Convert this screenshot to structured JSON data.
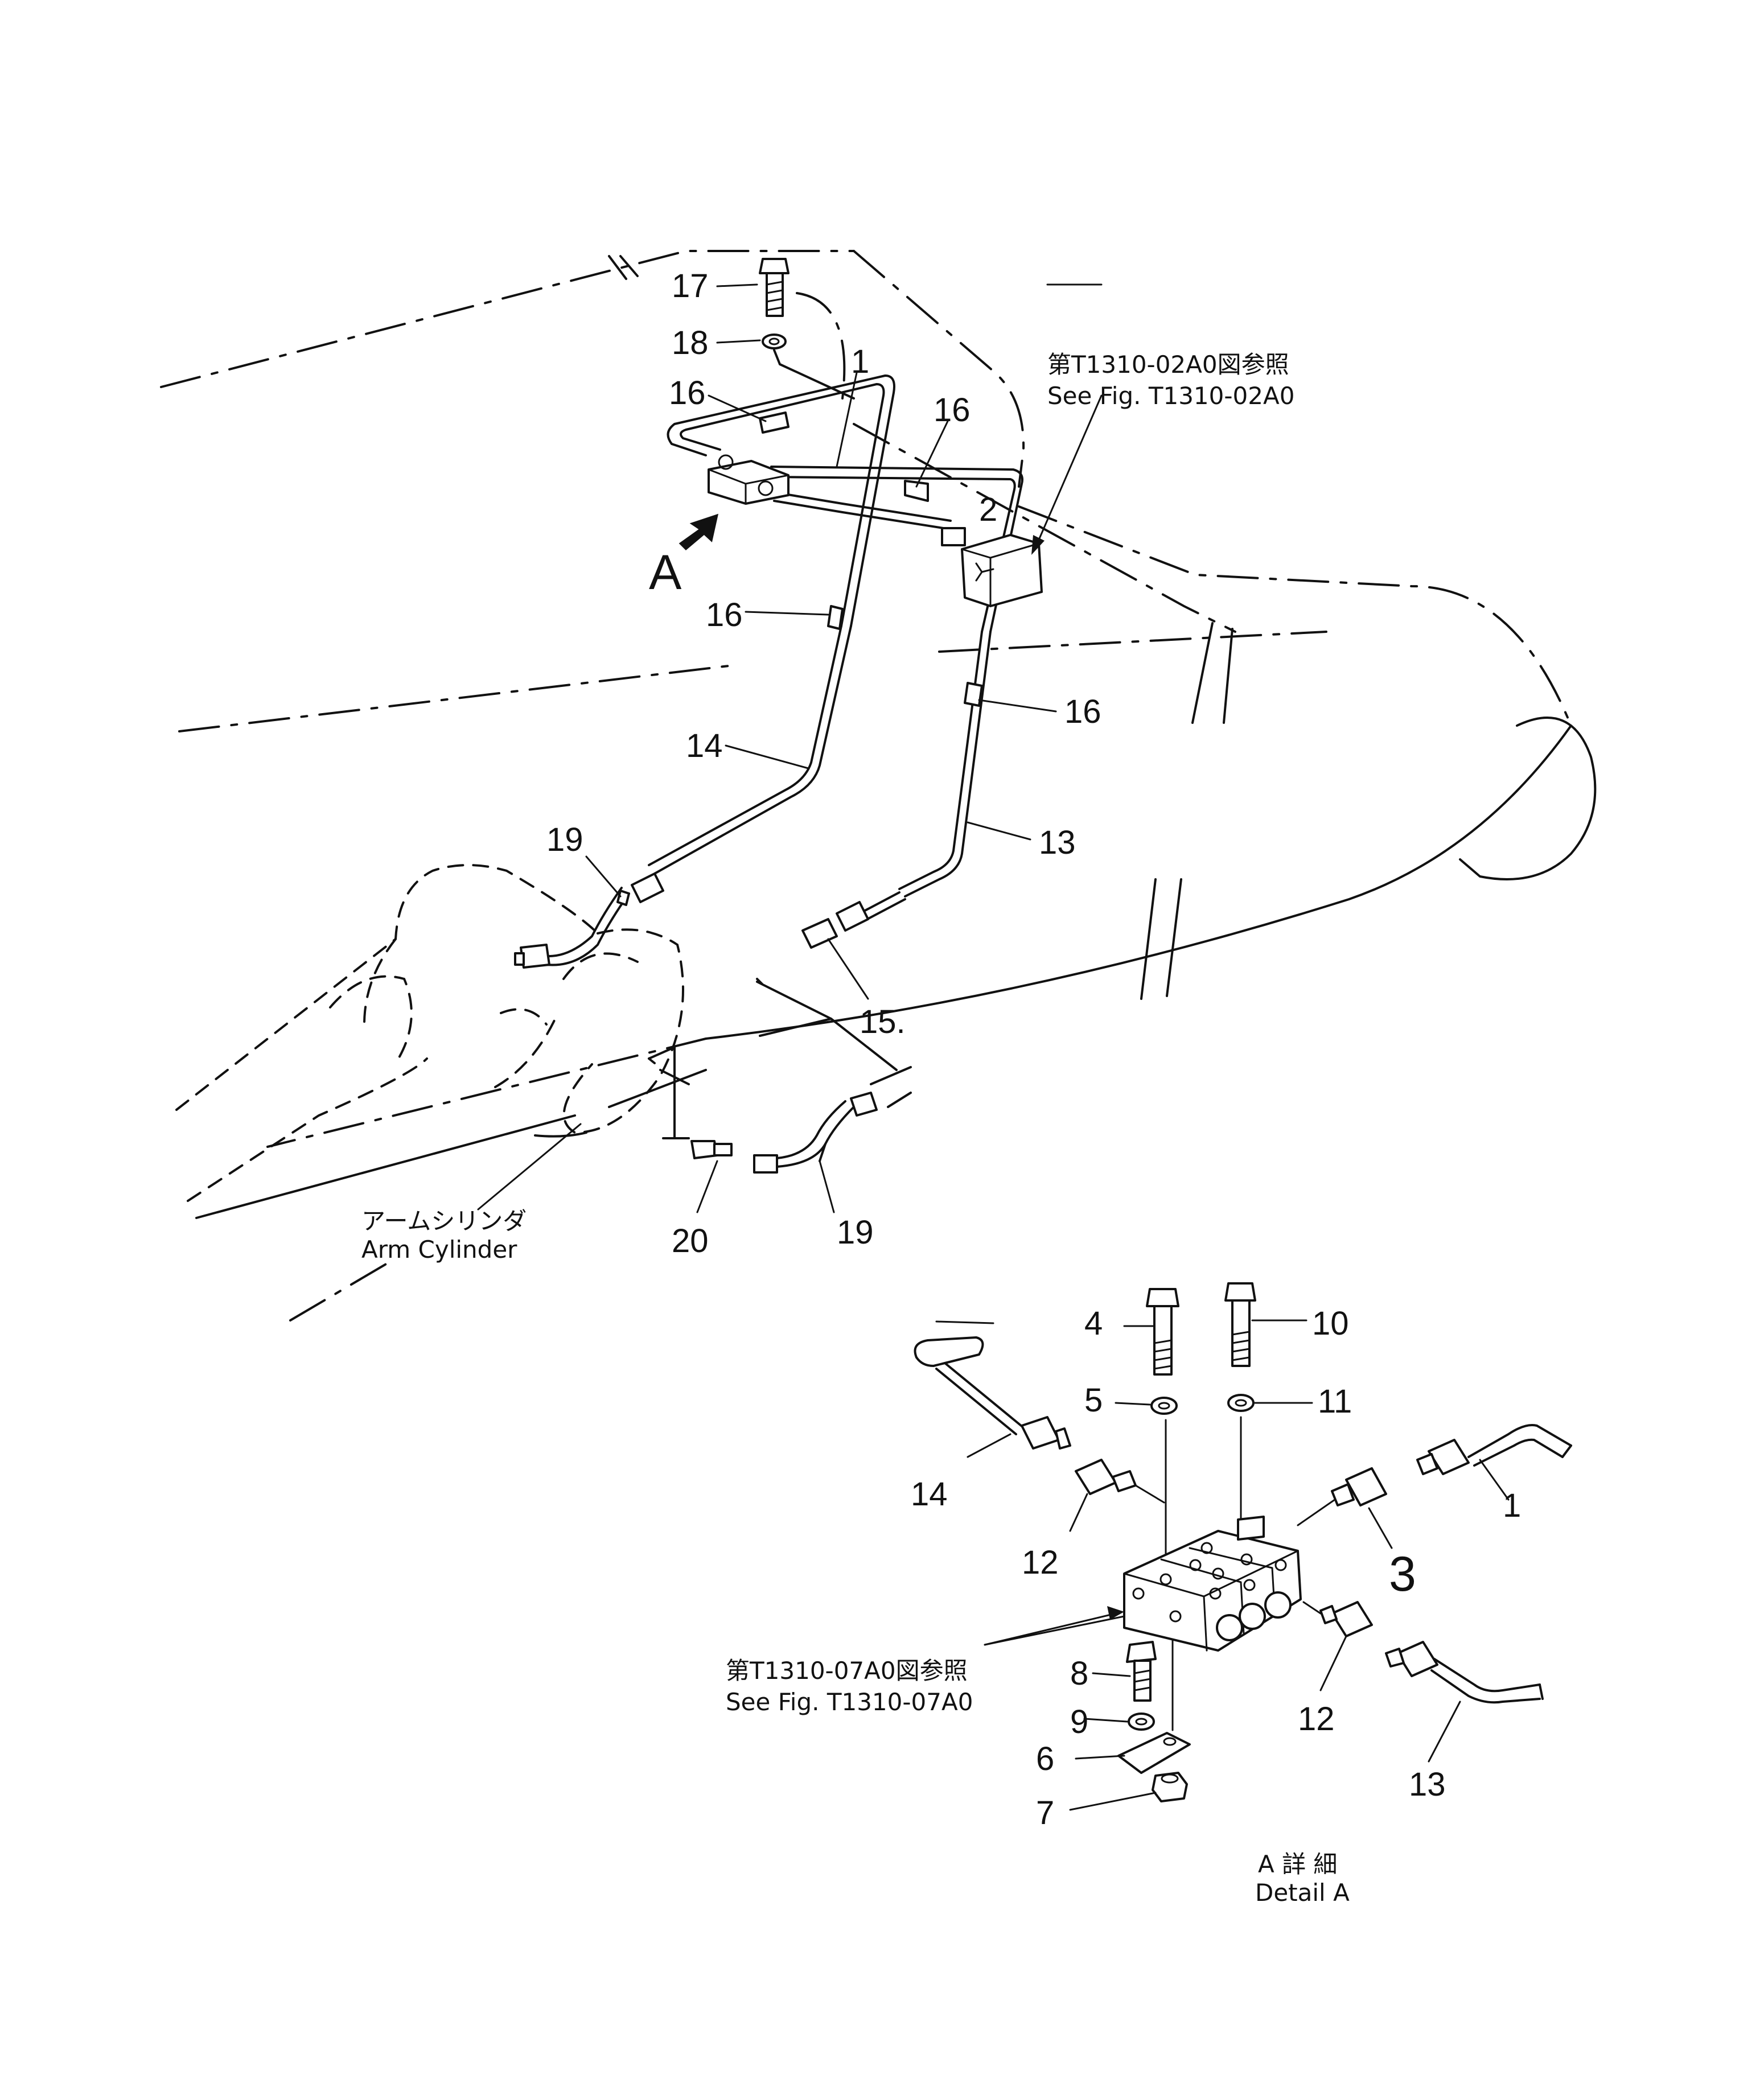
{
  "callouts": {
    "c17": "17",
    "c18": "18",
    "c1_top": "1",
    "c16_a": "16",
    "c16_b": "16",
    "c2": "2",
    "c16_c": "16",
    "c16_d": "16",
    "c14": "14",
    "c13": "13",
    "c19_a": "19",
    "c15": "15.",
    "c20": "20",
    "c19_b": "19",
    "c4": "4",
    "c10": "10",
    "c5": "5",
    "c11": "11",
    "c14_detail": "14",
    "c1_detail": "1",
    "c12_a": "12",
    "c3": "3",
    "c8": "8",
    "c9": "9",
    "c12_b": "12",
    "c6": "6",
    "c7": "7",
    "c13_detail": "13"
  },
  "view_marker": "A",
  "references": {
    "top_jp": "第T1310-02A0図参照",
    "top_en": "See  Fig.  T1310-02A0",
    "bottom_jp": "第T1310-07A0図参照",
    "bottom_en": "See  Fig.  T1310-07A0"
  },
  "arm_cylinder": {
    "jp": "アームシリンダ",
    "en": "Arm  Cylinder"
  },
  "detail_caption": {
    "jp": "A  詳  細",
    "en": "Detail  A"
  },
  "icons": [
    "hex-bolt-icon",
    "washer-icon",
    "elbow-fitting-icon",
    "block-valve-icon",
    "view-arrow-icon"
  ],
  "colors": {
    "ink": "#111111",
    "paper": "#ffffff"
  }
}
